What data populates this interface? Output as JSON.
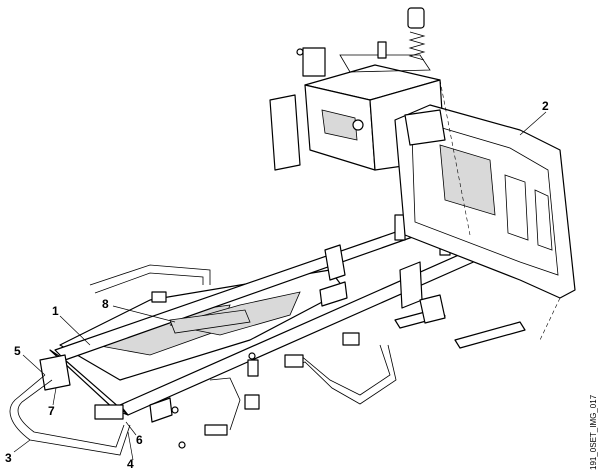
{
  "diagram": {
    "callouts": [
      {
        "id": "1",
        "label": "1"
      },
      {
        "id": "2",
        "label": "2"
      },
      {
        "id": "3",
        "label": "3"
      },
      {
        "id": "4",
        "label": "4"
      },
      {
        "id": "5",
        "label": "5"
      },
      {
        "id": "6",
        "label": "6"
      },
      {
        "id": "7",
        "label": "7"
      },
      {
        "id": "8",
        "label": "8"
      }
    ],
    "image_code": "191_0SET_IMG_017"
  },
  "colors": {
    "line": "#000000",
    "background": "#ffffff",
    "shade": "#d9d9d9"
  }
}
